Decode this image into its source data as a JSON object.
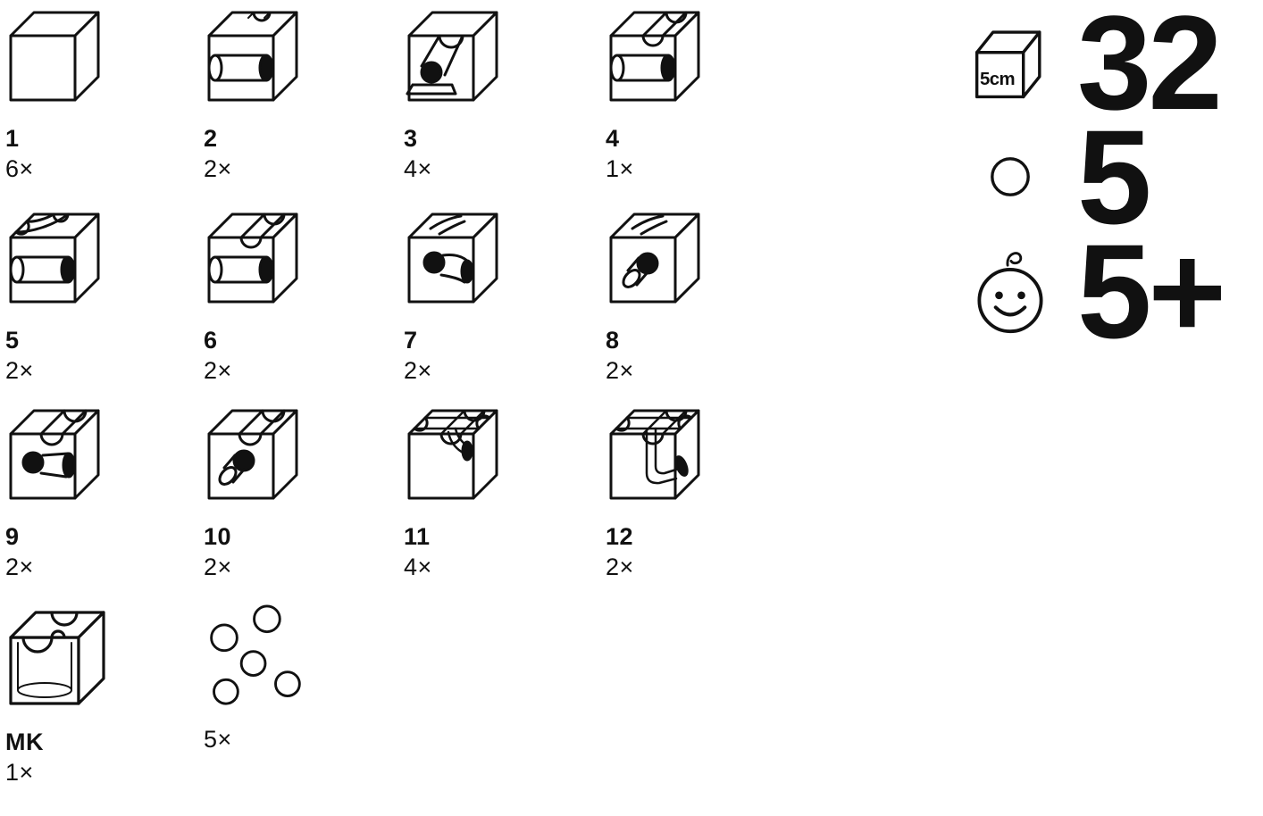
{
  "colors": {
    "ink": "#111111",
    "background": "#ffffff"
  },
  "parts": [
    {
      "number": "1",
      "quantity": "6×",
      "icon": "cube-plain"
    },
    {
      "number": "2",
      "quantity": "2×",
      "icon": "cube-straight-tunnel"
    },
    {
      "number": "3",
      "quantity": "4×",
      "icon": "cube-ramp-tunnel-ball"
    },
    {
      "number": "4",
      "quantity": "1×",
      "icon": "cube-top-groove-tunnel"
    },
    {
      "number": "5",
      "quantity": "2×",
      "icon": "cube-curve-groove-tunnel"
    },
    {
      "number": "6",
      "quantity": "2×",
      "icon": "cube-cross-groove-tunnel"
    },
    {
      "number": "7",
      "quantity": "2×",
      "icon": "cube-curve-tunnel-ball-side-exit"
    },
    {
      "number": "8",
      "quantity": "2×",
      "icon": "cube-curve-tunnel-ball-front-exit"
    },
    {
      "number": "9",
      "quantity": "2×",
      "icon": "cube-groove-ball-side-exit"
    },
    {
      "number": "10",
      "quantity": "2×",
      "icon": "cube-groove-ball-front-exit"
    },
    {
      "number": "11",
      "quantity": "4×",
      "icon": "cube-cross-groove-inner-curve"
    },
    {
      "number": "12",
      "quantity": "2×",
      "icon": "cube-cross-groove-inner-drop"
    },
    {
      "number": "MK",
      "quantity": "1×",
      "icon": "catch-cube"
    }
  ],
  "marbles": {
    "quantity": "5×",
    "icon": "marbles"
  },
  "summary": {
    "cube_size_label": "5cm",
    "cube_count": "32",
    "marble_count": "5",
    "age_rating": "5+"
  }
}
